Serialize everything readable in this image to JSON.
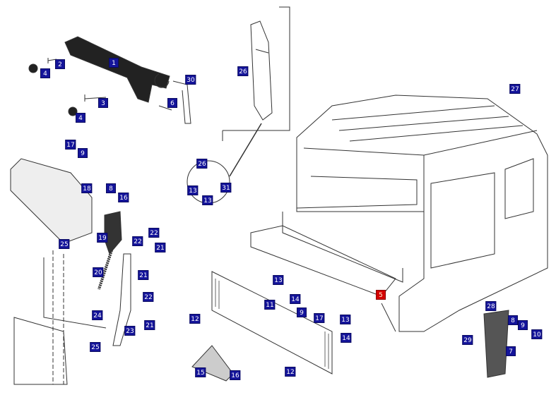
{
  "diagram": {
    "callouts": [
      {
        "number": "1"
      },
      {
        "number": "2"
      },
      {
        "number": "4"
      },
      {
        "number": "30"
      },
      {
        "number": "3"
      },
      {
        "number": "6"
      },
      {
        "number": "4"
      },
      {
        "number": "26"
      },
      {
        "number": "27"
      },
      {
        "number": "26"
      },
      {
        "number": "13"
      },
      {
        "number": "31"
      },
      {
        "number": "13"
      },
      {
        "number": "17"
      },
      {
        "number": "9"
      },
      {
        "number": "18"
      },
      {
        "number": "8"
      },
      {
        "number": "16"
      },
      {
        "number": "19"
      },
      {
        "number": "22"
      },
      {
        "number": "22"
      },
      {
        "number": "21"
      },
      {
        "number": "25"
      },
      {
        "number": "20"
      },
      {
        "number": "21"
      },
      {
        "number": "22"
      },
      {
        "number": "21"
      },
      {
        "number": "24"
      },
      {
        "number": "23"
      },
      {
        "number": "25"
      },
      {
        "number": "13"
      },
      {
        "number": "14"
      },
      {
        "number": "11"
      },
      {
        "number": "12"
      },
      {
        "number": "9"
      },
      {
        "number": "17"
      },
      {
        "number": "13"
      },
      {
        "number": "14"
      },
      {
        "number": "5",
        "highlighted": true
      },
      {
        "number": "28"
      },
      {
        "number": "8"
      },
      {
        "number": "9"
      },
      {
        "number": "10"
      },
      {
        "number": "29"
      },
      {
        "number": "7"
      },
      {
        "number": "15"
      },
      {
        "number": "16"
      },
      {
        "number": "12"
      }
    ],
    "colors": {
      "callout": "#14149a",
      "highlight": "#d40000",
      "line": "#333333"
    }
  }
}
